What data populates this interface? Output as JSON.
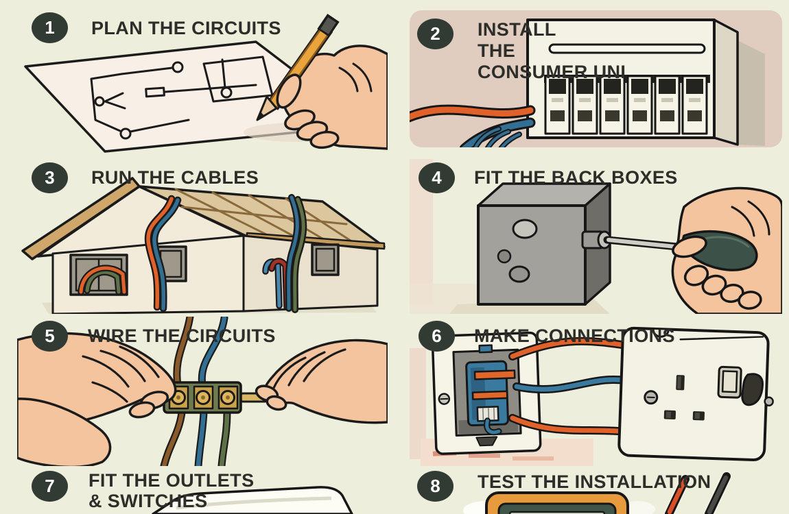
{
  "poster": {
    "background_color": "#edeedb",
    "outline_color": "#1b1b1b",
    "badge": {
      "fill": "#313b34",
      "text_color": "#ffffff"
    },
    "title_color": "#2d2d2a",
    "palette": {
      "panel_pink": "#e1ccc0",
      "paper_white": "#f8efe7",
      "skin": "#f3c49e",
      "wire_orange": "#e0622a",
      "wire_blue": "#336f93",
      "wire_green": "#5f7247",
      "wire_red": "#a63226",
      "wire_brown": "#8a5a2b",
      "roof_tan": "#cfa76a",
      "wall_cream": "#f2ebd9",
      "metal_gray": "#a3a19b",
      "brass": "#caa24a",
      "unit_white": "#f4f2e4",
      "handle_green": "#3c5248",
      "meter_orange": "#e89b3d"
    },
    "steps": [
      {
        "number": "1",
        "title": "PLAN THE CIRCUITS",
        "icon": "hand-drawing-circuit-plan"
      },
      {
        "number": "2",
        "title": "INSTALL THE CONSUMER UNI",
        "title_lines": [
          "INSTALL",
          "THE",
          "CONSUMER UNI"
        ],
        "icon": "consumer-unit-with-breakers"
      },
      {
        "number": "3",
        "title": "RUN THE CABLES",
        "icon": "house-with-cables"
      },
      {
        "number": "4",
        "title": "FIT THE BACK BOXES",
        "icon": "screwdriver-fixing-back-box"
      },
      {
        "number": "5",
        "title": "WIRE THE CIRCUITS",
        "icon": "hands-wiring-terminal-block"
      },
      {
        "number": "6",
        "title": "MAKE CONNECTIONS",
        "icon": "wall-box-to-socket-wires"
      },
      {
        "number": "7",
        "title": "FIT THE OUTLETS & SWITCHES",
        "title_lines": [
          "FIT THE OUTLETS",
          "& SWITCHES"
        ],
        "icon": "outlet-faceplate-partial"
      },
      {
        "number": "8",
        "title": "TEST THE INSTALLATION",
        "icon": "multimeter-and-probes-partial"
      }
    ]
  }
}
